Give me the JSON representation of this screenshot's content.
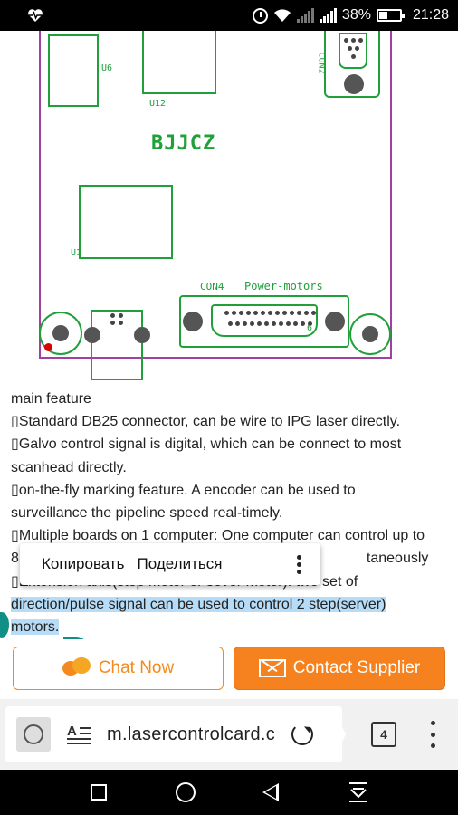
{
  "status_bar": {
    "battery_percent": "38%",
    "time": "21:28",
    "icons": [
      "heart-monitor-icon",
      "alarm-icon",
      "wifi-icon",
      "signal-icon",
      "signal-icon",
      "battery-icon"
    ]
  },
  "board": {
    "brand": "BJJCZ",
    "labels": {
      "u6": "U6",
      "u12": "U12",
      "u1": "U1",
      "con2": "CON2",
      "con4": "CON4",
      "power_motors": "Power-motors",
      "pin6": "6"
    },
    "colors": {
      "trace": "#1fa03a",
      "outline": "#a040a0",
      "marker": "#dd0000"
    }
  },
  "article": {
    "lines": [
      "main feature",
      "Standard DB25 connector, can be wire to IPG laser directly.",
      "Galvo control signal is digital, which can be connect to most",
      "scanhead directly.",
      "on-the-fly marking feature. A encoder can be used to",
      "surveillance the pipeline speed real-timely.",
      "Multiple boards on 1 computer: One computer can control up to",
      "8",
      "taneously",
      "Extension axis(step motor or sever motor): two set of",
      "direction/pulse signal can be used to control 2 step(server)",
      "motors."
    ],
    "selection_color": "#b6dcf7"
  },
  "context_menu": {
    "copy_label": "Копировать",
    "share_label": "Поделиться"
  },
  "actions": {
    "chat_label": "Chat Now",
    "contact_label": "Contact Supplier",
    "accent": "#f5821f"
  },
  "url_bar": {
    "url": "m.lasercontrolcard.c",
    "tab_count": "4"
  }
}
